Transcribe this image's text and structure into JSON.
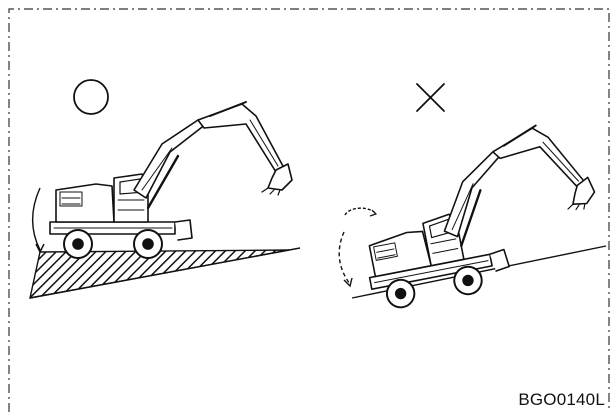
{
  "figure_code": "BGO0140L",
  "panels": [
    {
      "id": "correct",
      "mark": "circle",
      "meaning": "correct"
    },
    {
      "id": "incorrect",
      "mark": "cross",
      "meaning": "incorrect"
    }
  ],
  "colors": {
    "line": "#111111",
    "background": "#ffffff",
    "border": "#333333"
  }
}
